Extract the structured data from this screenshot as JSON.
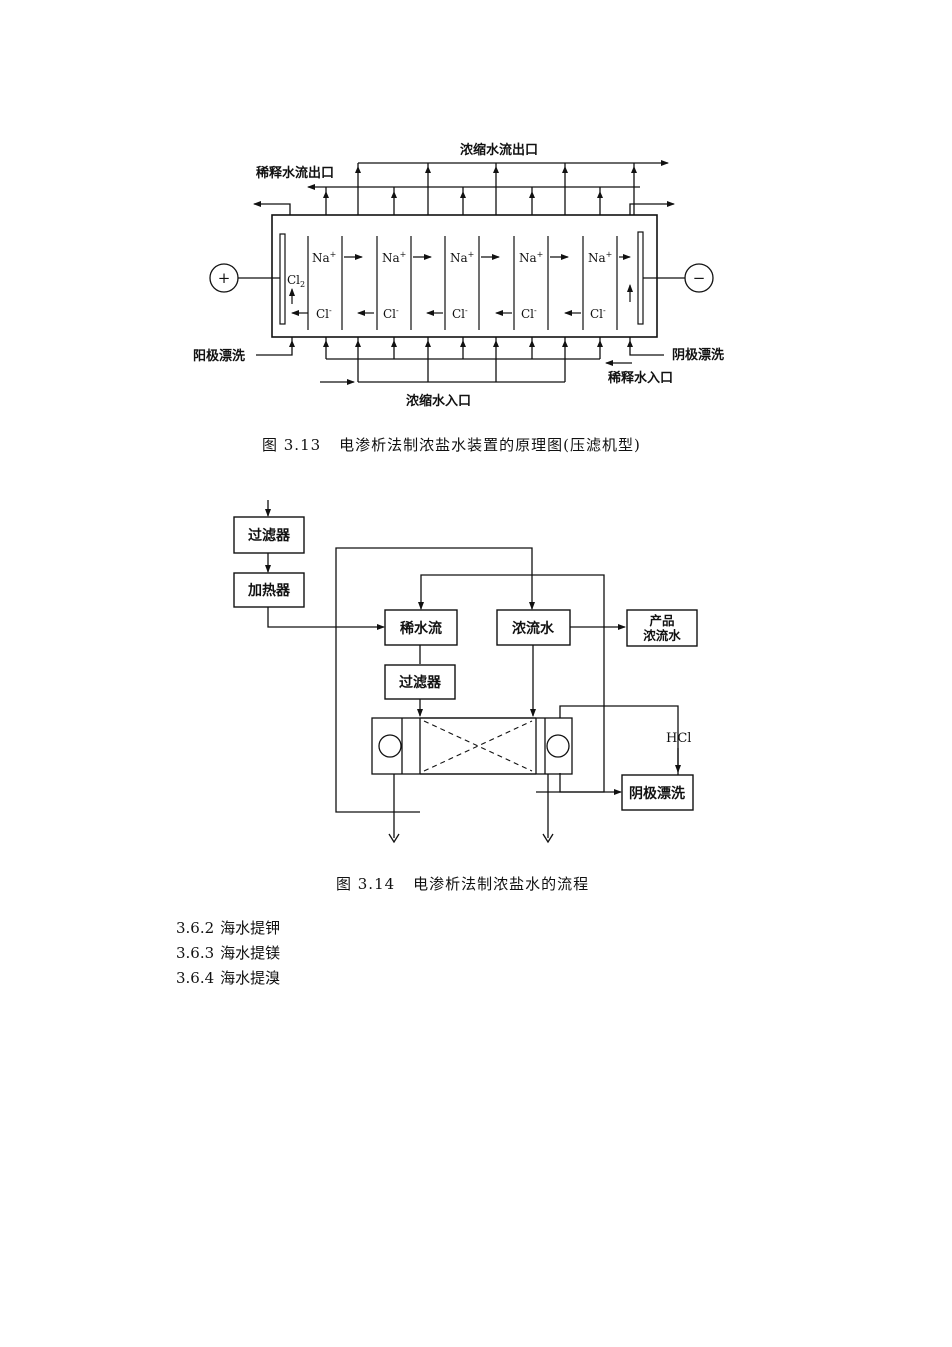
{
  "figure1": {
    "labels": {
      "concentrate_outlet": "浓缩水流出口",
      "dilute_outlet": "稀释水流出口",
      "anode_rinse": "阳极漂洗",
      "cathode_rinse": "阴极漂洗",
      "dilute_inlet": "稀释水入口",
      "concentrate_inlet": "浓缩水入口",
      "na_ion": "Na",
      "na_charge": "+",
      "cl_ion": "Cl",
      "cl_charge": "-",
      "cl2": "Cl",
      "cl2_sub": "2",
      "anode_sign": "+",
      "cathode_sign": "−"
    },
    "caption": {
      "number": "图 3.13",
      "text": "电渗析法制浓盐水装置的原理图(压滤机型)"
    }
  },
  "figure2": {
    "labels": {
      "filter_top": "过滤器",
      "heater": "加热器",
      "dilute_stream": "稀水流",
      "concentrate_stream": "浓流水",
      "product_line1": "产品",
      "product_line2": "浓流水",
      "filter_mid": "过滤器",
      "hcl": "HCl",
      "cathode_rinse": "阴极漂洗"
    },
    "caption": {
      "number": "图 3.14",
      "text": "电渗析法制浓盐水的流程"
    }
  },
  "sections": [
    {
      "number": "3.6.2",
      "title": "海水提钾"
    },
    {
      "number": "3.6.3",
      "title": "海水提镁"
    },
    {
      "number": "3.6.4",
      "title": "海水提溴"
    }
  ]
}
